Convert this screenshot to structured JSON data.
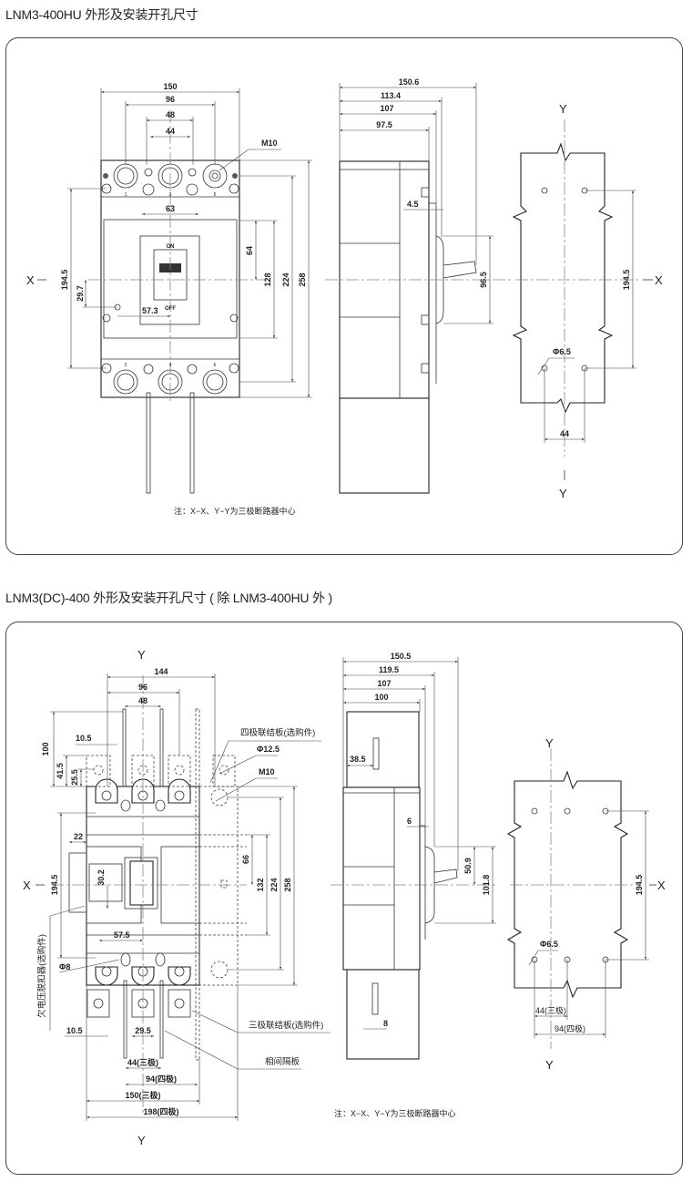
{
  "section1": {
    "title": "LNM3-400HU 外形及安装开孔尺寸",
    "front_view": {
      "dims_top": [
        "150",
        "96",
        "48",
        "44"
      ],
      "thread_label": "M10",
      "dim_width_handle": "63",
      "dims_right": [
        "64",
        "128",
        "224",
        "258"
      ],
      "dim_left_height": "194.5",
      "dim_offset_vertical": "29.7",
      "dim_offset_horizontal": "57.3",
      "handle_on": "ON",
      "handle_off": "OFF",
      "terminal_numbers_top": [
        "1",
        "3",
        "5"
      ],
      "terminal_numbers_bottom": [
        "2",
        "4",
        "6"
      ],
      "x_axis_label": "X"
    },
    "side_view": {
      "dims_top": [
        "150.6",
        "113.4",
        "107",
        "97.5"
      ],
      "dim_step": "4.5",
      "dim_handle": "96.5"
    },
    "mounting_view": {
      "y_axis_label": "Y",
      "x_axis_label": "X",
      "dim_height": "194.5",
      "hole_label": "Φ6.5",
      "dim_width": "44"
    },
    "note": "注：X−X、Y−Y为三极断路器中心"
  },
  "section2": {
    "title": "LNM3(DC)-400 外形及安装开孔尺寸 ( 除 LNM3-400HU 外 )",
    "front_view": {
      "y_axis_label": "Y",
      "x_axis_label": "X",
      "dims_top": [
        "144",
        "96",
        "48"
      ],
      "dims_left": [
        "100",
        "41.5",
        "25.5",
        "10.5"
      ],
      "dim_accessory_width": "22",
      "dim_left_height": "194.5",
      "dim_accessory_height": "30.2",
      "dim_offset_horizontal": "57.5",
      "hole_label_left": "Φ8",
      "dims_right": [
        "66",
        "132",
        "224",
        "258"
      ],
      "callout_four_pole_plate": "四极联结板(选购件)",
      "callout_hole": "Φ12.5",
      "callout_thread": "M10",
      "callout_undervoltage": "欠电压脱扣器(选购件)",
      "callout_three_pole_plate": "三极联结板(选购件)",
      "callout_phase_barrier": "相间隔板",
      "dims_bottom": [
        "10.5",
        "29.5",
        "44(三极)",
        "94(四极)",
        "150(三极)",
        "198(四极)"
      ]
    },
    "side_view": {
      "dims_top": [
        "150.5",
        "119.5",
        "107",
        "100"
      ],
      "dim_barrier": "38.5",
      "dim_step": "6",
      "dims_handle": [
        "50.9",
        "101.8"
      ],
      "dim_bottom": "8"
    },
    "mounting_view": {
      "y_axis_label": "Y",
      "x_axis_label": "X",
      "dim_height": "194.5",
      "hole_label": "Φ6.5",
      "dims_width": [
        "44(三极)",
        "94(四极)"
      ]
    },
    "note": "注：X−X、Y−Y为三极断路器中心"
  }
}
